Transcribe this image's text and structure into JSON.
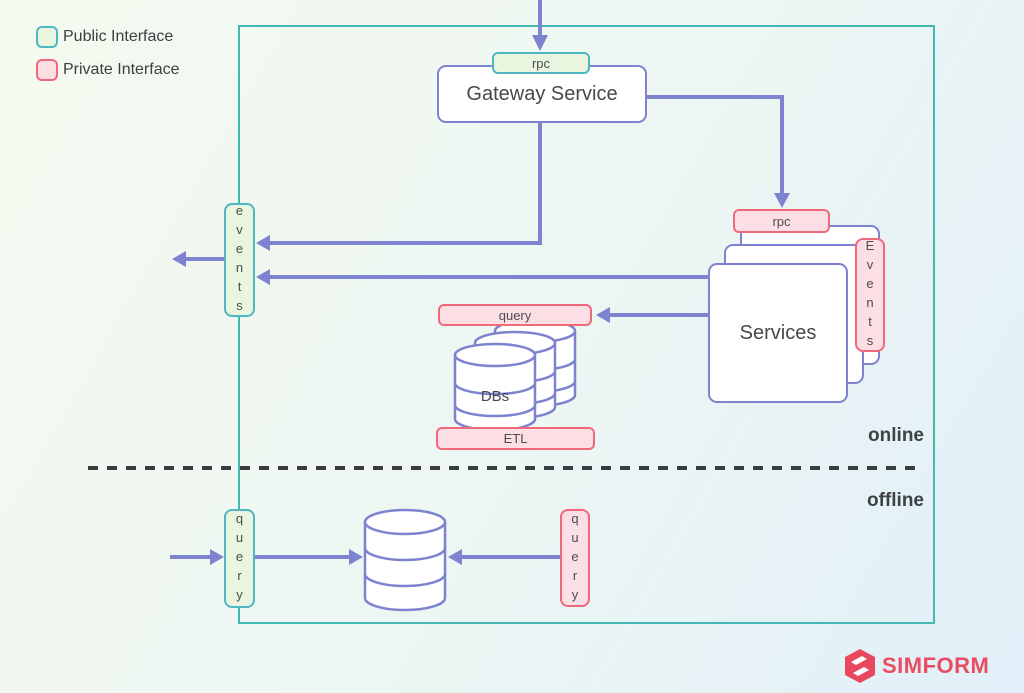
{
  "legend": {
    "public": {
      "label": "Public Interface"
    },
    "private": {
      "label": "Private Interface"
    }
  },
  "diagram": {
    "gateway": {
      "label": "Gateway Service",
      "rpc_badge": "rpc"
    },
    "services": {
      "label": "Services",
      "rpc_badge": "rpc",
      "events_badge": "Events"
    },
    "event_bus": {
      "label": "events"
    },
    "store": {
      "query_badge": "query",
      "dbs_label": "DBs",
      "etl_badge": "ETL"
    },
    "offline": {
      "query_in_badge": "query",
      "query_right_badge": "query"
    },
    "zones": {
      "online": "online",
      "offline": "offline"
    }
  },
  "brand": {
    "name": "SIMFORM"
  },
  "colors": {
    "accent_purple": "#7d83ce",
    "container_teal": "#44b8b4",
    "public_fill": "#e9f5de",
    "public_border": "#4fb7c1",
    "private_fill": "#fcdfe4",
    "private_border": "#f0697a",
    "brand_red": "#ea4d62",
    "text": "#45484c"
  }
}
